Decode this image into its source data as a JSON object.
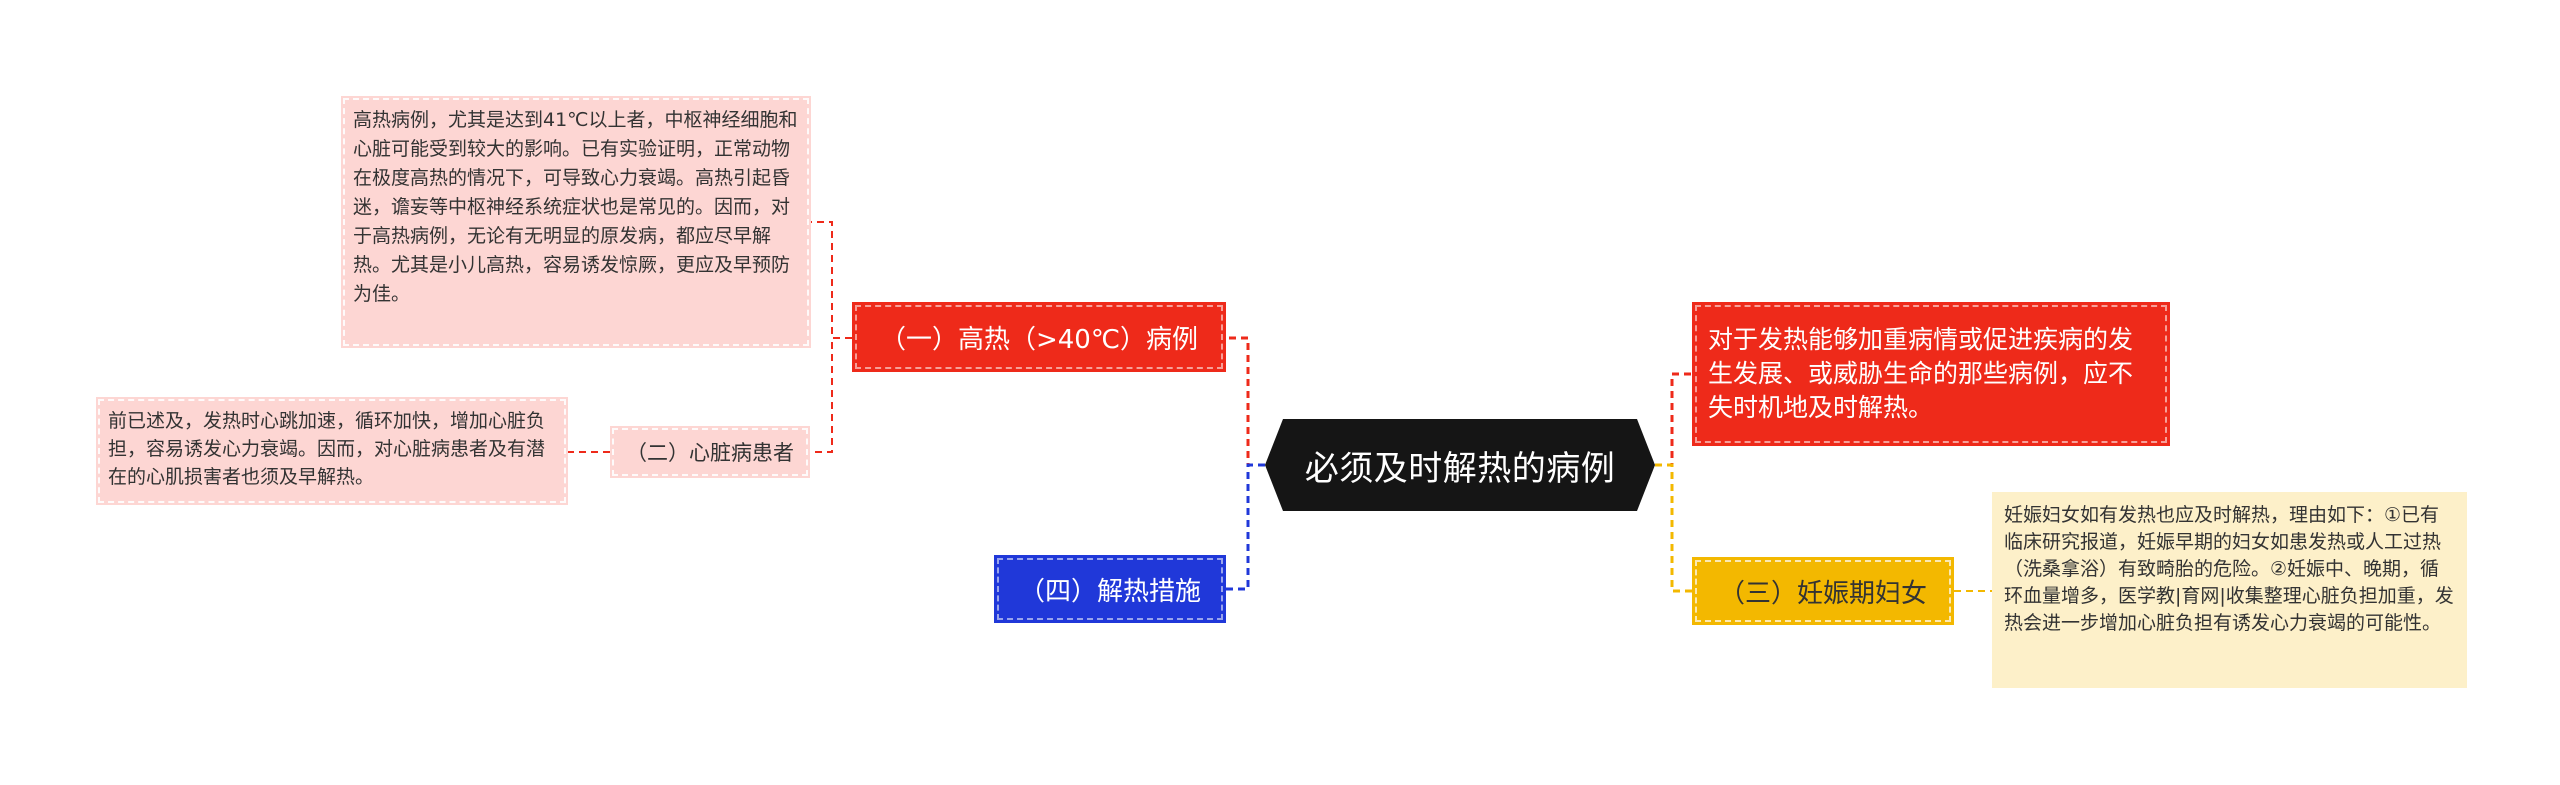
{
  "center": {
    "title": "必须及时解热的病例"
  },
  "left": {
    "high_fever": {
      "label": "（一）高热（>40℃）病例",
      "detail": "高热病例，尤其是达到41℃以上者，中枢神经细胞和心脏可能受到较大的影响。已有实验证明，正常动物在极度高热的情况下，可导致心力衰竭。高热引起昏迷，谵妄等中枢神经系统症状也是常见的。因而，对于高热病例，无论有无明显的原发病，都应尽早解热。尤其是小儿高热，容易诱发惊厥，更应及早预防为佳。"
    },
    "heart": {
      "label": "（二）心脏病患者",
      "detail": "前已述及，发热时心跳加速，循环加快，增加心脏负担，容易诱发心力衰竭。因而，对心脏病患者及有潜在的心肌损害者也须及早解热。"
    },
    "measures": {
      "label": "（四）解热措施"
    }
  },
  "right": {
    "intro": {
      "text": "对于发热能够加重病情或促进疾病的发生发展、或威胁生命的那些病例，应不失时机地及时解热。"
    },
    "pregnant": {
      "label": "（三）妊娠期妇女",
      "detail": "妊娠妇女如有发热也应及时解热，理由如下：①已有临床研究报道，妊娠早期的妇女如患发热或人工过热（洗桑拿浴）有致畸胎的危险。②妊娠中、晚期，循环血量增多，医学教|育网|收集整理心脏负担加重，发热会进一步增加心脏负担有诱发心力衰竭的可能性。"
    }
  },
  "colors": {
    "center": "#151515",
    "red": "#ee2a1a",
    "pink": "#fdd6d3",
    "blue": "#2038d9",
    "yellow": "#f3b800",
    "cream": "#fdf0c9"
  }
}
